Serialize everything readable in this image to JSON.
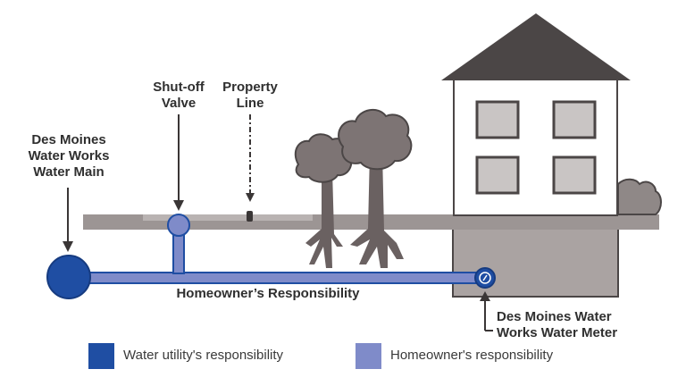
{
  "labels": {
    "water_main": [
      "Des Moines",
      "Water Works",
      "Water Main"
    ],
    "shutoff_valve": [
      "Shut-off",
      "Valve"
    ],
    "property_line": [
      "Property",
      "Line"
    ],
    "homeowner_responsibility": "Homeowner’s Responsibility",
    "water_meter": [
      "Des Moines Water",
      "Works Water Meter"
    ]
  },
  "legend": {
    "utility": "Water utility's responsibility",
    "homeowner": "Homeowner's responsibility"
  },
  "colors": {
    "utility": "#1f4ea3",
    "homeowner": "#7f8bc9",
    "ground": "#9c9594",
    "dark": "#4b4646",
    "tree": "#7d7474",
    "tree_dark": "#5a5252"
  }
}
